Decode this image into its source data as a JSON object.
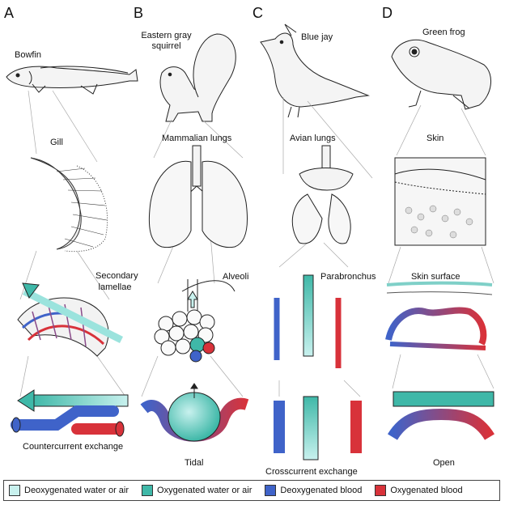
{
  "panels": [
    {
      "letter": "A",
      "animal": "Bowfin",
      "organ": "Gill",
      "detail": "Secondary lamellae",
      "exchange": "Countercurrent exchange"
    },
    {
      "letter": "B",
      "animal": "Eastern gray squirrel",
      "organ": "Mammalian lungs",
      "detail": "Alveoli",
      "exchange": "Tidal"
    },
    {
      "letter": "C",
      "animal": "Blue jay",
      "organ": "Avian lungs",
      "detail": "Parabronchus",
      "exchange": "Crosscurrent exchange"
    },
    {
      "letter": "D",
      "animal": "Green frog",
      "organ": "Skin",
      "detail": "Skin surface",
      "exchange": "Open"
    }
  ],
  "legend": [
    {
      "label": "Deoxygenated water or air",
      "color": "#c8f1ee"
    },
    {
      "label": "Oxygenated water or air",
      "color": "#3fb8a8"
    },
    {
      "label": "Deoxygenated blood",
      "color": "#3f63c9"
    },
    {
      "label": "Oxygenated blood",
      "color": "#d8323a"
    }
  ]
}
